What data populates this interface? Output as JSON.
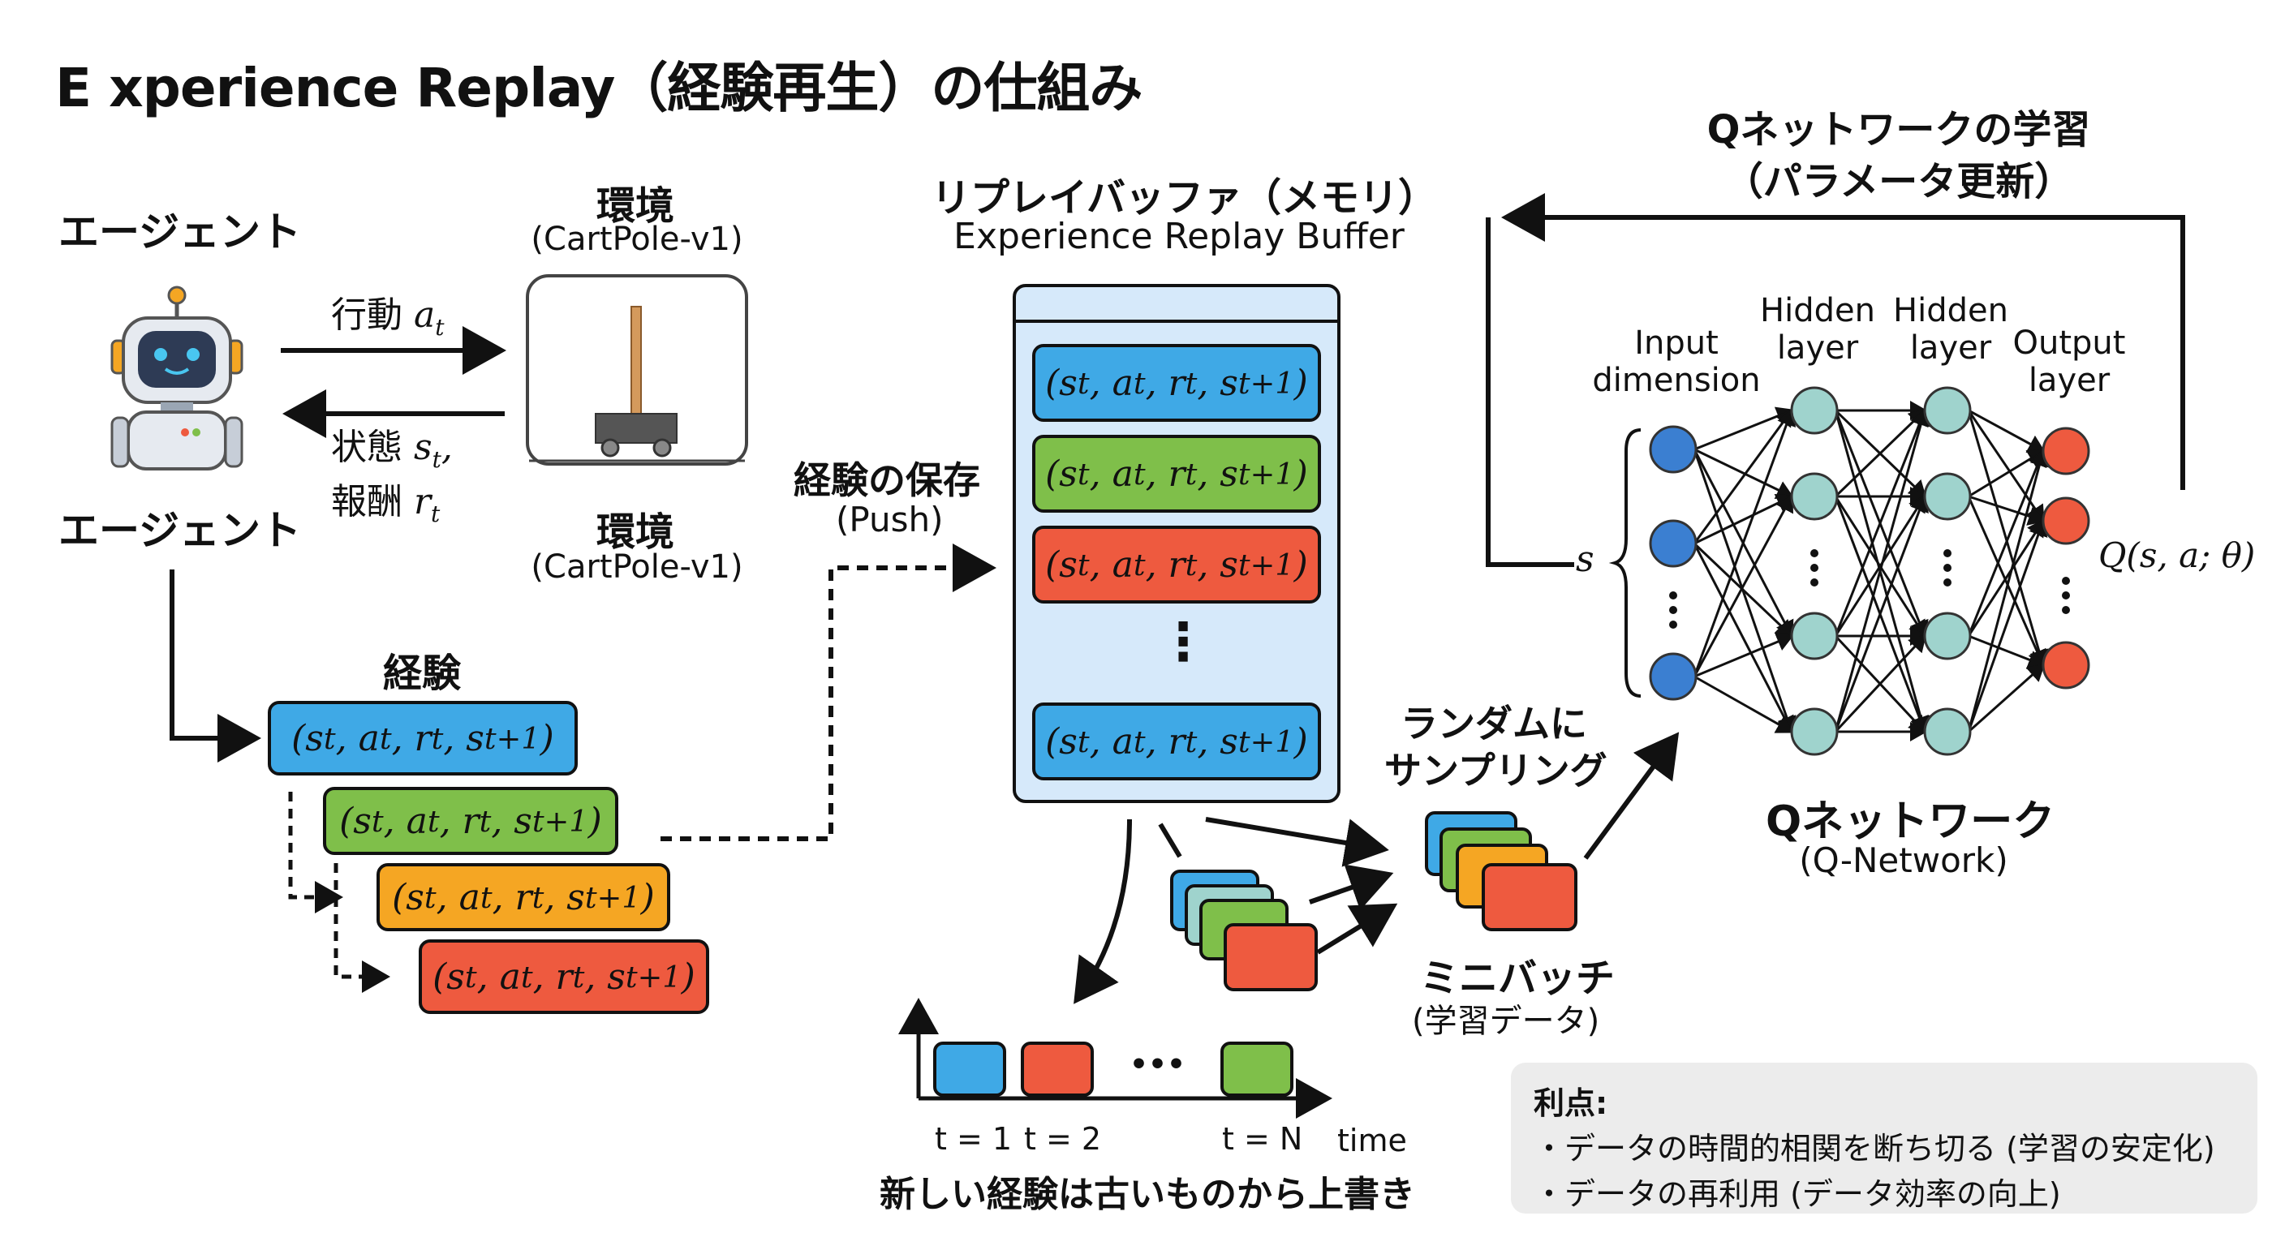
{
  "title": "E xperience Replay（経験再生）の仕組み",
  "agent": {
    "label_top": "エージェント",
    "label_bottom": "エージェント"
  },
  "action": {
    "text": "行動 ",
    "symbol": "a_t"
  },
  "state_reward": {
    "line1": "状態 ",
    "sym1": "s_t,",
    "line2": "報酬 ",
    "sym2": "r_t"
  },
  "env": {
    "title_top": "環境",
    "sub_top": "(CartPole-v1)",
    "title_bottom": "環境",
    "sub_bottom": "(CartPole-v1)"
  },
  "experience": {
    "label": "経験",
    "tuple": "(s_t, a_t, r_t, s_t+1)"
  },
  "push": {
    "label": "経験の保存",
    "sub": "(Push)"
  },
  "buffer": {
    "title": "リプレイバッファ（メモリ）",
    "subtitle": "Experience Replay Buffer",
    "ellipsis": "⋮"
  },
  "sampling": {
    "line1": "ランダムに",
    "line2": "サンプリング"
  },
  "minibatch": {
    "label": "ミニバッチ",
    "sub": "(学習データ)"
  },
  "timeline": {
    "t1": "t = 1",
    "t2": "t = 2",
    "tN": "t = N",
    "axis": "time",
    "dots": "•••",
    "caption": "新しい経験は古いものから上書き"
  },
  "qupdate": {
    "line1": "Qネットワークの学習",
    "line2": "（パラメータ更新）"
  },
  "network": {
    "input_label": [
      "Input",
      "dimension"
    ],
    "hidden1_label": [
      "Hidden",
      "layer"
    ],
    "hidden2_label": [
      "Hidden",
      "layer"
    ],
    "output_label": [
      "Output",
      "layer"
    ],
    "input_symbol": "s",
    "output_symbol": "Q(s, a; θ)",
    "name": "Qネットワーク",
    "name_sub": "(Q-Network)"
  },
  "benefits": {
    "title": "利点:",
    "items": [
      "・データの時間的相関を断ち切る (学習の安定化)",
      "・データの再利用 (データ効率の向上)"
    ]
  },
  "colors": {
    "blue": "#3fa9e6",
    "green": "#7fbf4a",
    "orange": "#f5a623",
    "red": "#ee5a3f",
    "buffer_bg": "#d6e9fa",
    "node_input": "#3b7fd1",
    "node_hidden": "#9fd3cd",
    "node_output": "#ee5a3f",
    "note_bg": "#ececec"
  },
  "icons": [
    "robot-icon",
    "cartpole-icon"
  ]
}
